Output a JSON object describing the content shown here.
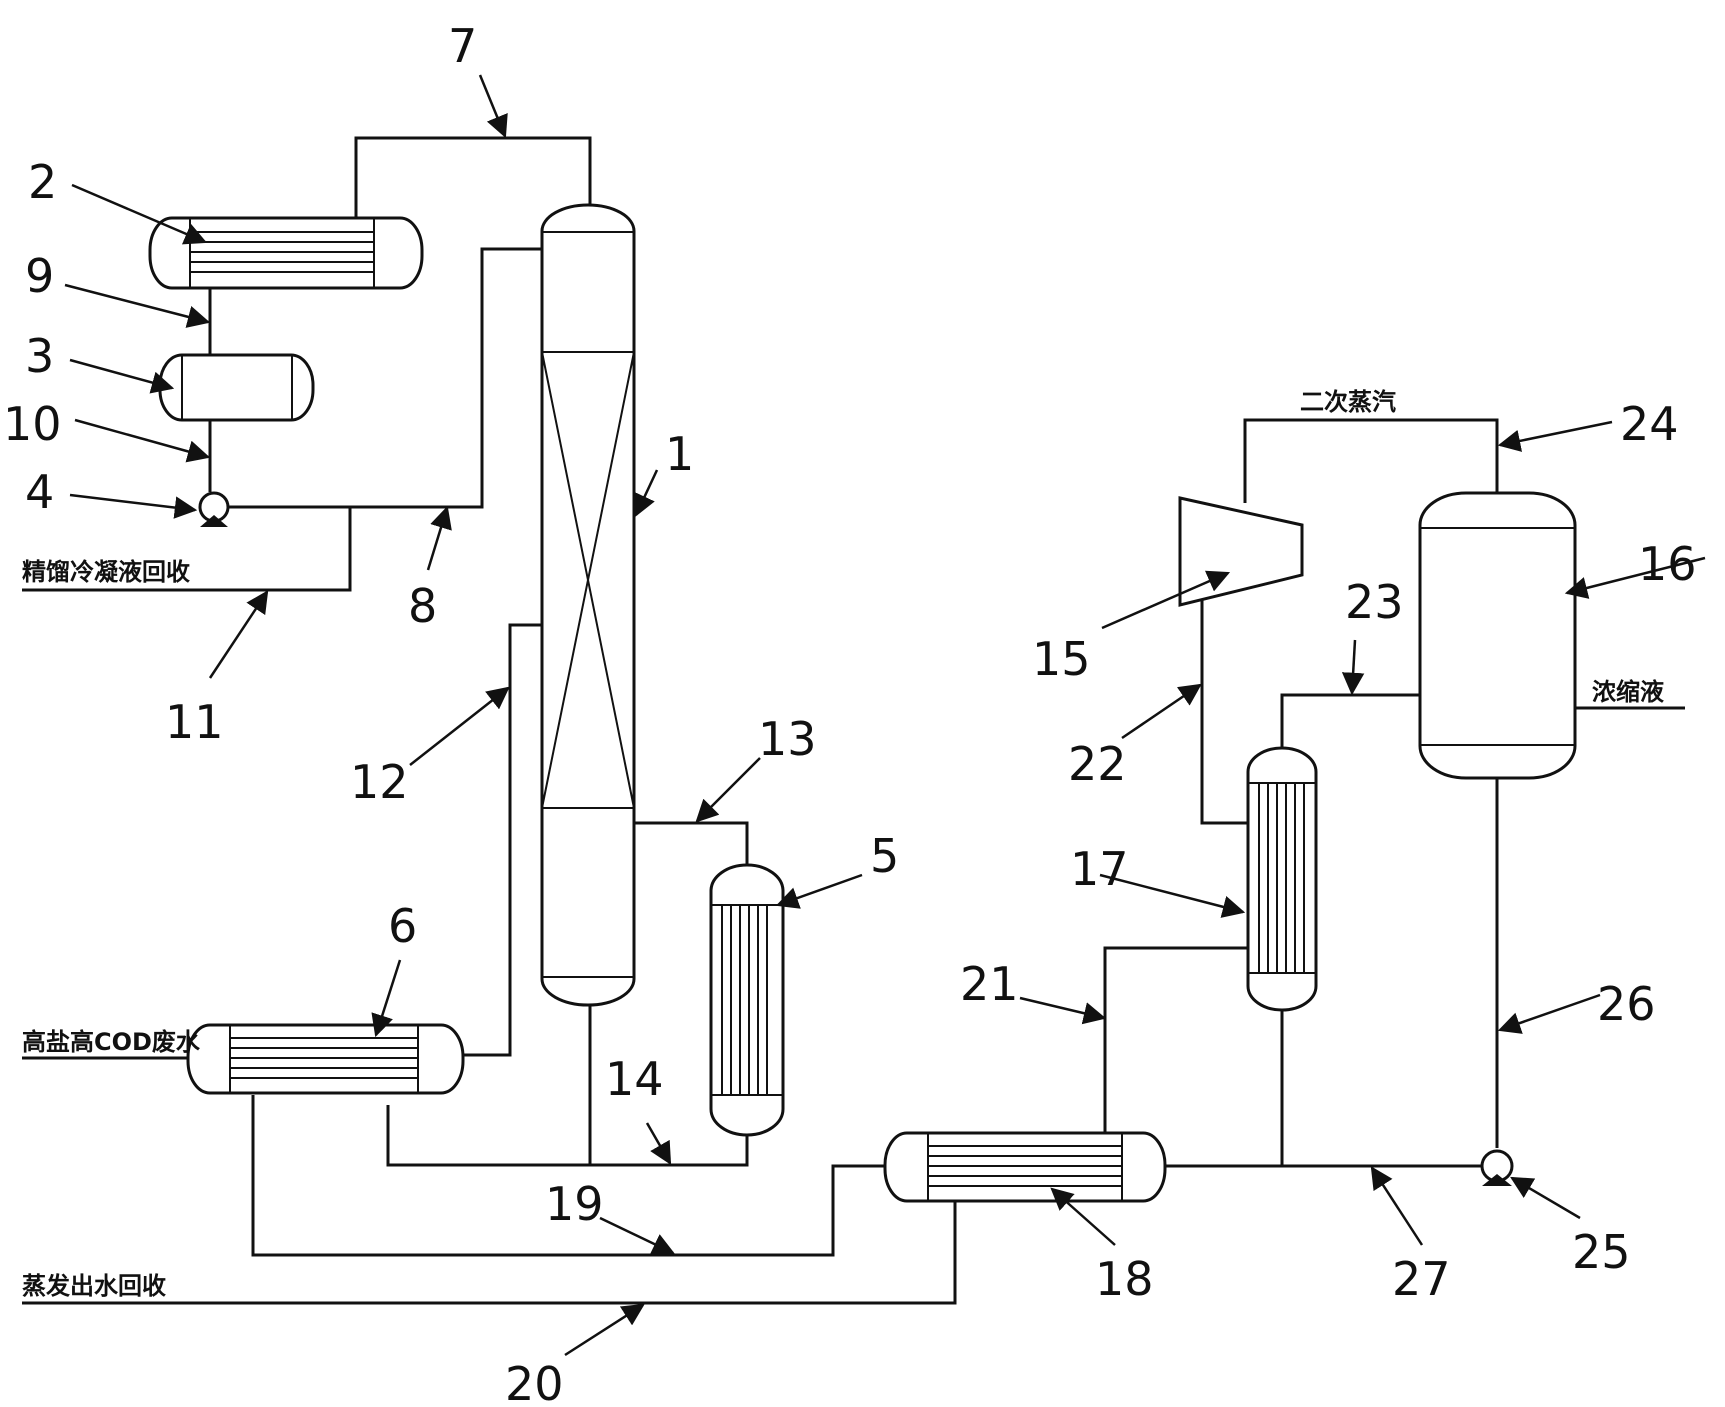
{
  "numbers": [
    "1",
    "2",
    "3",
    "4",
    "5",
    "6",
    "7",
    "8",
    "9",
    "10",
    "11",
    "12",
    "13",
    "14",
    "15",
    "16",
    "17",
    "18",
    "19",
    "20",
    "21",
    "22",
    "23",
    "24",
    "25",
    "26",
    "27"
  ],
  "stream_labels": {
    "reflux_recovery": "精馏冷凝液回收",
    "wastewater_feed": "高盐高COD废水",
    "evap_water_recovery": "蒸发出水回收",
    "secondary_steam": "二次蒸汽",
    "concentrate": "浓缩液"
  }
}
